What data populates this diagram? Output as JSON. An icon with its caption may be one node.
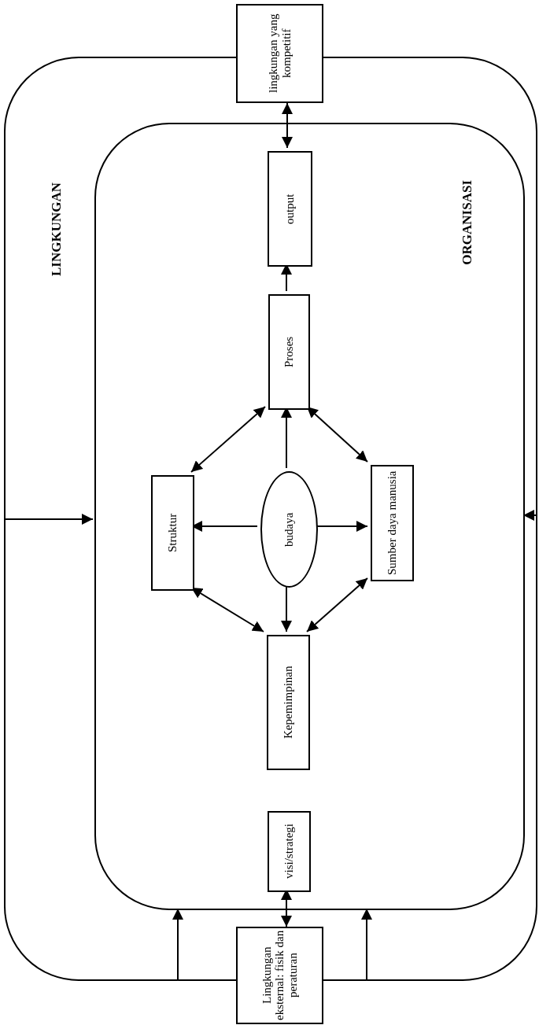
{
  "diagram": {
    "nodes": [
      {
        "text": [
          "LINGKUNGAN"
        ]
      },
      {
        "text": [
          "ORGANISASI"
        ],
        "in": 0
      },
      {
        "text": [
          "lingkungan yang kompetitif"
        ]
      },
      {
        "text": [
          "output"
        ],
        "in": 1
      },
      {
        "text": [
          "Proses"
        ],
        "in": 1
      },
      {
        "text": [
          "Struktur"
        ],
        "in": 1
      },
      {
        "text": [
          "budaya"
        ],
        "in": 1
      },
      {
        "text": [
          "Sumber daya manusia"
        ],
        "in": 1
      },
      {
        "text": [
          "Kepemimpinan"
        ],
        "in": 1
      },
      {
        "text": [
          "visi/strategi"
        ],
        "in": 1
      },
      {
        "text": [
          "Lingkungan eksternal: fisik dan peraturan"
        ]
      }
    ],
    "edges": [
      {
        "from": 3,
        "to": 2,
        "arrow": "both"
      },
      {
        "from": 4,
        "to": 3,
        "arrow": "to"
      },
      {
        "from": 5,
        "to": 4,
        "arrow": "both"
      },
      {
        "from": 6,
        "to": 4,
        "arrow": "to"
      },
      {
        "from": 7,
        "to": 4,
        "arrow": "both"
      },
      {
        "from": 6,
        "to": 5,
        "arrow": "to"
      },
      {
        "from": 6,
        "to": 7,
        "arrow": "to"
      },
      {
        "from": 6,
        "to": 8,
        "arrow": "to"
      },
      {
        "from": 8,
        "to": 5,
        "arrow": "both"
      },
      {
        "from": 8,
        "to": 7,
        "arrow": "both"
      },
      {
        "from": 10,
        "to": 9,
        "arrow": "both"
      },
      {
        "from": 0,
        "to": 1,
        "arrow": "to"
      },
      {
        "from": 0,
        "to": 1,
        "arrow": "to"
      },
      {
        "from": 0,
        "to": 1,
        "arrow": "to"
      },
      {
        "from": 0,
        "to": 1,
        "arrow": "to"
      }
    ]
  }
}
